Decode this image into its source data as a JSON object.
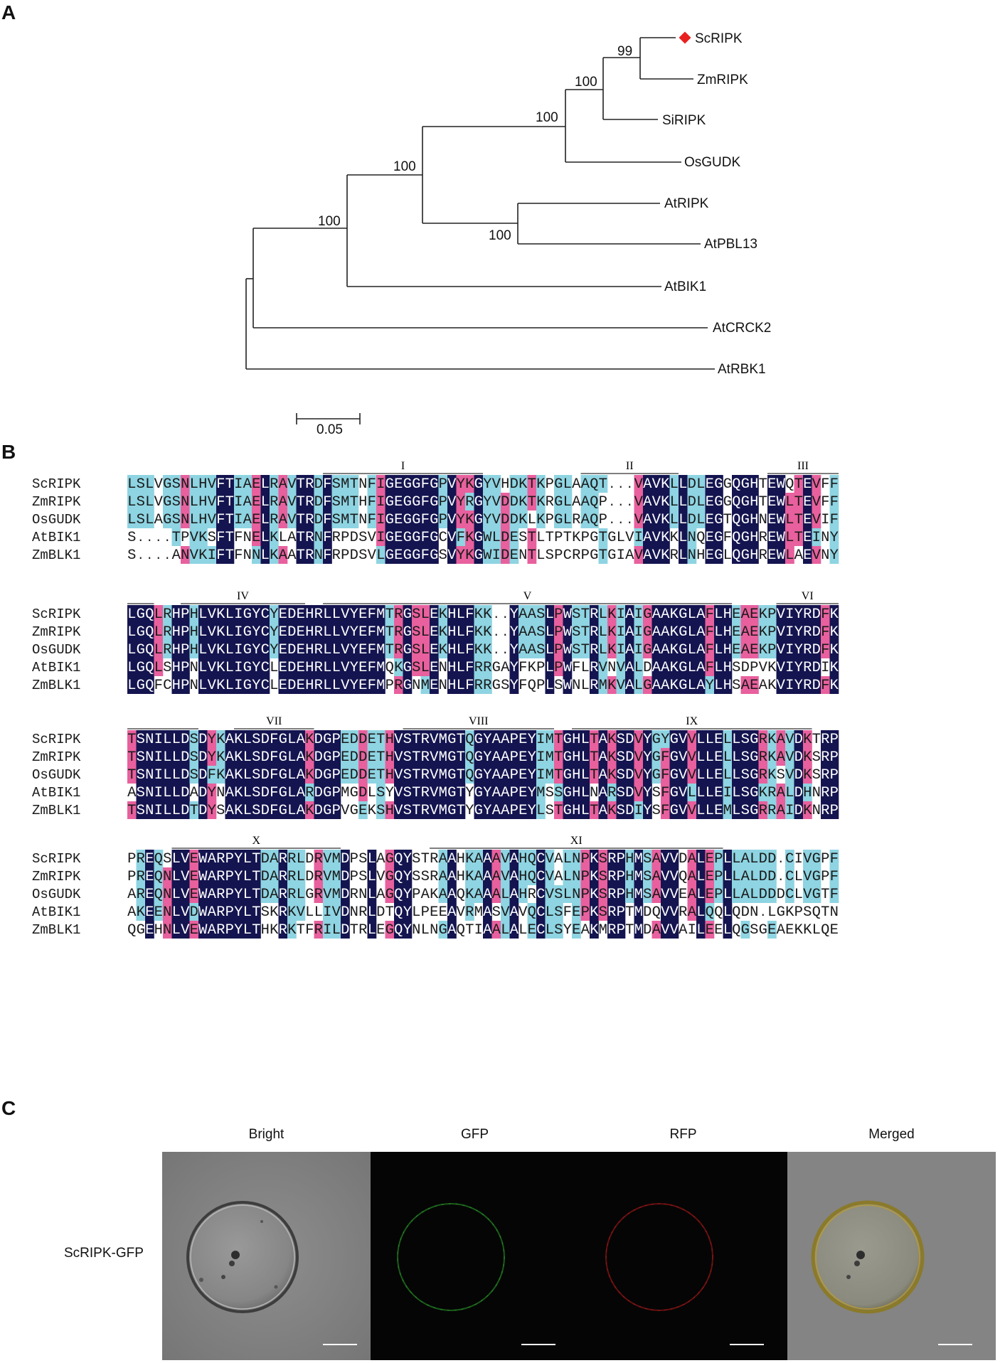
{
  "panels": {
    "a": "A",
    "b": "B",
    "c": "C"
  },
  "tree": {
    "leaves": [
      "ScRIPK",
      "ZmRIPK",
      "SiRIPK",
      "OsGUDK",
      "AtRIPK",
      "AtPBL13",
      "AtBIK1",
      "AtCRCK2",
      "AtRBK1"
    ],
    "highlighted_leaf": "ScRIPK",
    "highlight_color": "#e8201f",
    "bootstrap": [
      "99",
      "100",
      "100",
      "100",
      "100",
      "100"
    ],
    "scale_label": "0.05"
  },
  "alignment": {
    "colors": {
      "identical": "#141450",
      "similar_high": "#e8609d",
      "similar_low": "#8ed4e2"
    },
    "blocks": [
      {
        "domains": [
          "I",
          "II",
          "III"
        ],
        "names": [
          "ScRIPK",
          "ZmRIPK",
          "OsGUDK",
          "AtBIK1",
          "ZmBLK1"
        ],
        "seqs": [
          "LSLVGSNLHVFTIAELRAVTRDFSMTNFIGEGGFGPVYKGYVHDKTKPGLAAQT...VAVKLLDLEGGQGHTEWQTEVFF",
          "LSLVGSNLHVFTIAELRAVTRDFSMTHFIGEGGFGPVYRGYVDDKTKRGLAAQP...VAVKLLDLEGGQGHTEWLTEVFF",
          "LSLAGSNLHVFTIAELRAVTRDFSMTNFIGEGGFGPVYKGYVDDKLKPGLRAQP...VAVKLLDLEGTQGHNEWLTEVIF",
          "S....TPVKSFTFNELKLATRNFRPDSVIGEGGFGCVFKGWLDESTLTPTKPGTGLVIAVKKLNQEGFQGHREWLTEINY",
          "S....ANVKIFTFNNLKAATRNFRPDSVLGEGGFGSVYKGWIDENTLSPCRPGTGIAVAVKRLNHEGLQGHREWLAEVNY"
        ]
      },
      {
        "domains": [
          "IV",
          "V",
          "VI"
        ],
        "names": [
          "ScRIPK",
          "ZmRIPK",
          "OsGUDK",
          "AtBIK1",
          "ZmBLK1"
        ],
        "seqs": [
          "LGQLRHPHLVKLIGYCYEDEHRLLVYEFMTRGSLEKHLFKK..YAASLPWSTRLKIAIGAAKGLAFLHEAEKPVIYRDFK",
          "LGQLRHPHLVKLIGYCYEDEHRLLVYEFMTRGSLEKHLFKK..YAASLPWSTRLKIAIGAAKGLAFLHEAEKPVIYRDFK",
          "LGQLRHPHLVKLIGYCYEDEHRLLVYEFMTRGSLEKHLFKK..YAASLPWSTRLKIAIGAAKGLAFLHEAEKPVIYRDFK",
          "LGQLSHPNLVKLIGYCLEDEHRLLVYEFMQKGSLENHLFRRGAYFKPLPWFLRVNVALDAAKGLAFLHSDPVKVIYRDIK",
          "LGQFCHPNLVKLIGYCLEDEHRLLVYEFMPRGNMENHLFRRGSYFQPLSWNLRMKVALGAAKGLAYLHSAEAKVIYRDFK"
        ]
      },
      {
        "domains": [
          "VII",
          "VIII",
          "IX"
        ],
        "names": [
          "ScRIPK",
          "ZmRIPK",
          "OsGUDK",
          "AtBIK1",
          "ZmBLK1"
        ],
        "seqs": [
          "TSNILLDSDYKAKLSDFGLAKDGPEDDETHVSTRVMGTQGYAAPEYIMTGHLTAKSDVYGYGVVLLELLSGRKAVDKTRP",
          "TSNILLDSDYKAKLSDFGLAKDGPEDDETHVSTRVMGTQGYAAPEYIMTGHLTAKSDVYGFGVVLLELLSGRKAVDKSRP",
          "TSNILLDSDFKAKLSDFGLAKDGPEDDETHVSTRVMGTQGYAAPEYIMTGHLTAKSDVYGFGVVLLELLSGRKSVDKSRP",
          "ASNILLDADYNAKLSDFGLARDGPMGDLSYVSTRVMGTYGYAAPEYMSSGHLNARSDVYSFGVLLLEILSGKRALDHNRP",
          "TSNILLDTDYSAKLSDFGLAKDGPVGEKSHVSTRVMGTYGYAAPEYLSTGHLTAKSDIYSFGVVLLEMLSGRRAIDKNRP"
        ]
      },
      {
        "domains": [
          "X",
          "XI"
        ],
        "names": [
          "ScRIPK",
          "ZmRIPK",
          "OsGUDK",
          "AtBIK1",
          "ZmBLK1"
        ],
        "seqs": [
          "PREQSLVEWARPYLTDARRLDRVMDPSLAGQYSTRAAHKAAAVAHQCVALNPKSRPHMSAVVDALEPLLALDD.CIVGPF",
          "PREQNLVEWARPYLTDARRLDRVMDPSLVGQYSSRAAHKAAAVAHQCVALNPKSRPHMSAVVQALEPLLALDD.CLVGPF",
          "AREQNLVEWARPYLTDARRLGRVMDRNLAGQYPAKAAQKAAALAHRCVSLNPKSRPHMSAVVEALEPLLALDDDCLVGTF",
          "AKEENLVDWARPYLTSKRKVLLIVDNRLDTQYLPEEAVRMASVAVQCLSFEPKSRPTMDQVVRALQQLQDN.LGKPSQTN",
          "QGEHNLVEWARPYLTHKRKTFRILDTRLEGQYNLNGAQTIAALALECLSYEAKMRPTMDAVVAILEELQGSGEAEKKLQE"
        ]
      }
    ]
  },
  "microscopy": {
    "columns": [
      "Bright",
      "GFP",
      "RFP",
      "Merged"
    ],
    "row_label": "ScRIPK-GFP"
  }
}
